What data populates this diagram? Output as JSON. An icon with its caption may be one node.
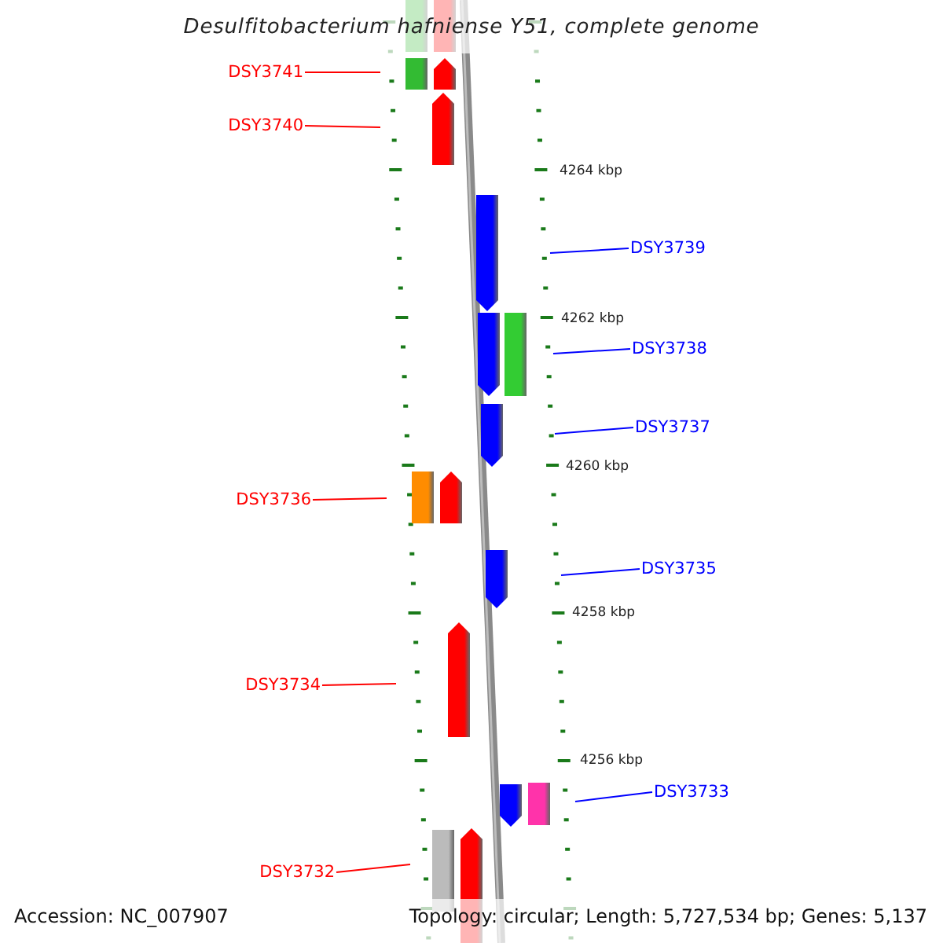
{
  "diagram": {
    "title": "Desulfitobacterium hafniense Y51, complete genome",
    "nodes": [
      {
        "text": [
          "DSY3741"
        ]
      },
      {
        "text": [
          "DSY3740"
        ]
      },
      {
        "text": [
          "DSY3739"
        ]
      },
      {
        "text": [
          "DSY3738"
        ]
      },
      {
        "text": [
          "DSY3737"
        ]
      },
      {
        "text": [
          "DSY3736"
        ]
      },
      {
        "text": [
          "DSY3735"
        ]
      },
      {
        "text": [
          "DSY3734"
        ]
      },
      {
        "text": [
          "DSY3733"
        ]
      },
      {
        "text": [
          "DSY3732"
        ]
      }
    ],
    "edges": [
      {
        "from": 0,
        "to": null,
        "arrow": "none"
      },
      {
        "from": 1,
        "to": null,
        "arrow": "none"
      },
      {
        "from": 2,
        "to": null,
        "arrow": "none",
        "color": "#0000ff"
      },
      {
        "from": 3,
        "to": null,
        "arrow": "none",
        "color": "#0000ff"
      },
      {
        "from": 4,
        "to": null,
        "arrow": "none",
        "color": "#0000ff"
      },
      {
        "from": 5,
        "to": null,
        "arrow": "none"
      },
      {
        "from": 6,
        "to": null,
        "arrow": "none",
        "color": "#0000ff"
      },
      {
        "from": 7,
        "to": null,
        "arrow": "none"
      },
      {
        "from": 8,
        "to": null,
        "arrow": "none",
        "color": "#0000ff"
      },
      {
        "from": 9,
        "to": null,
        "arrow": "none"
      }
    ],
    "labels": [
      "4264 kbp",
      "4262 kbp",
      "4260 kbp",
      "4258 kbp",
      "4256 kbp",
      "Accession: NC_007907",
      "Topology: circular; Length: 5,727,534 bp; Genes: 5,137"
    ]
  }
}
